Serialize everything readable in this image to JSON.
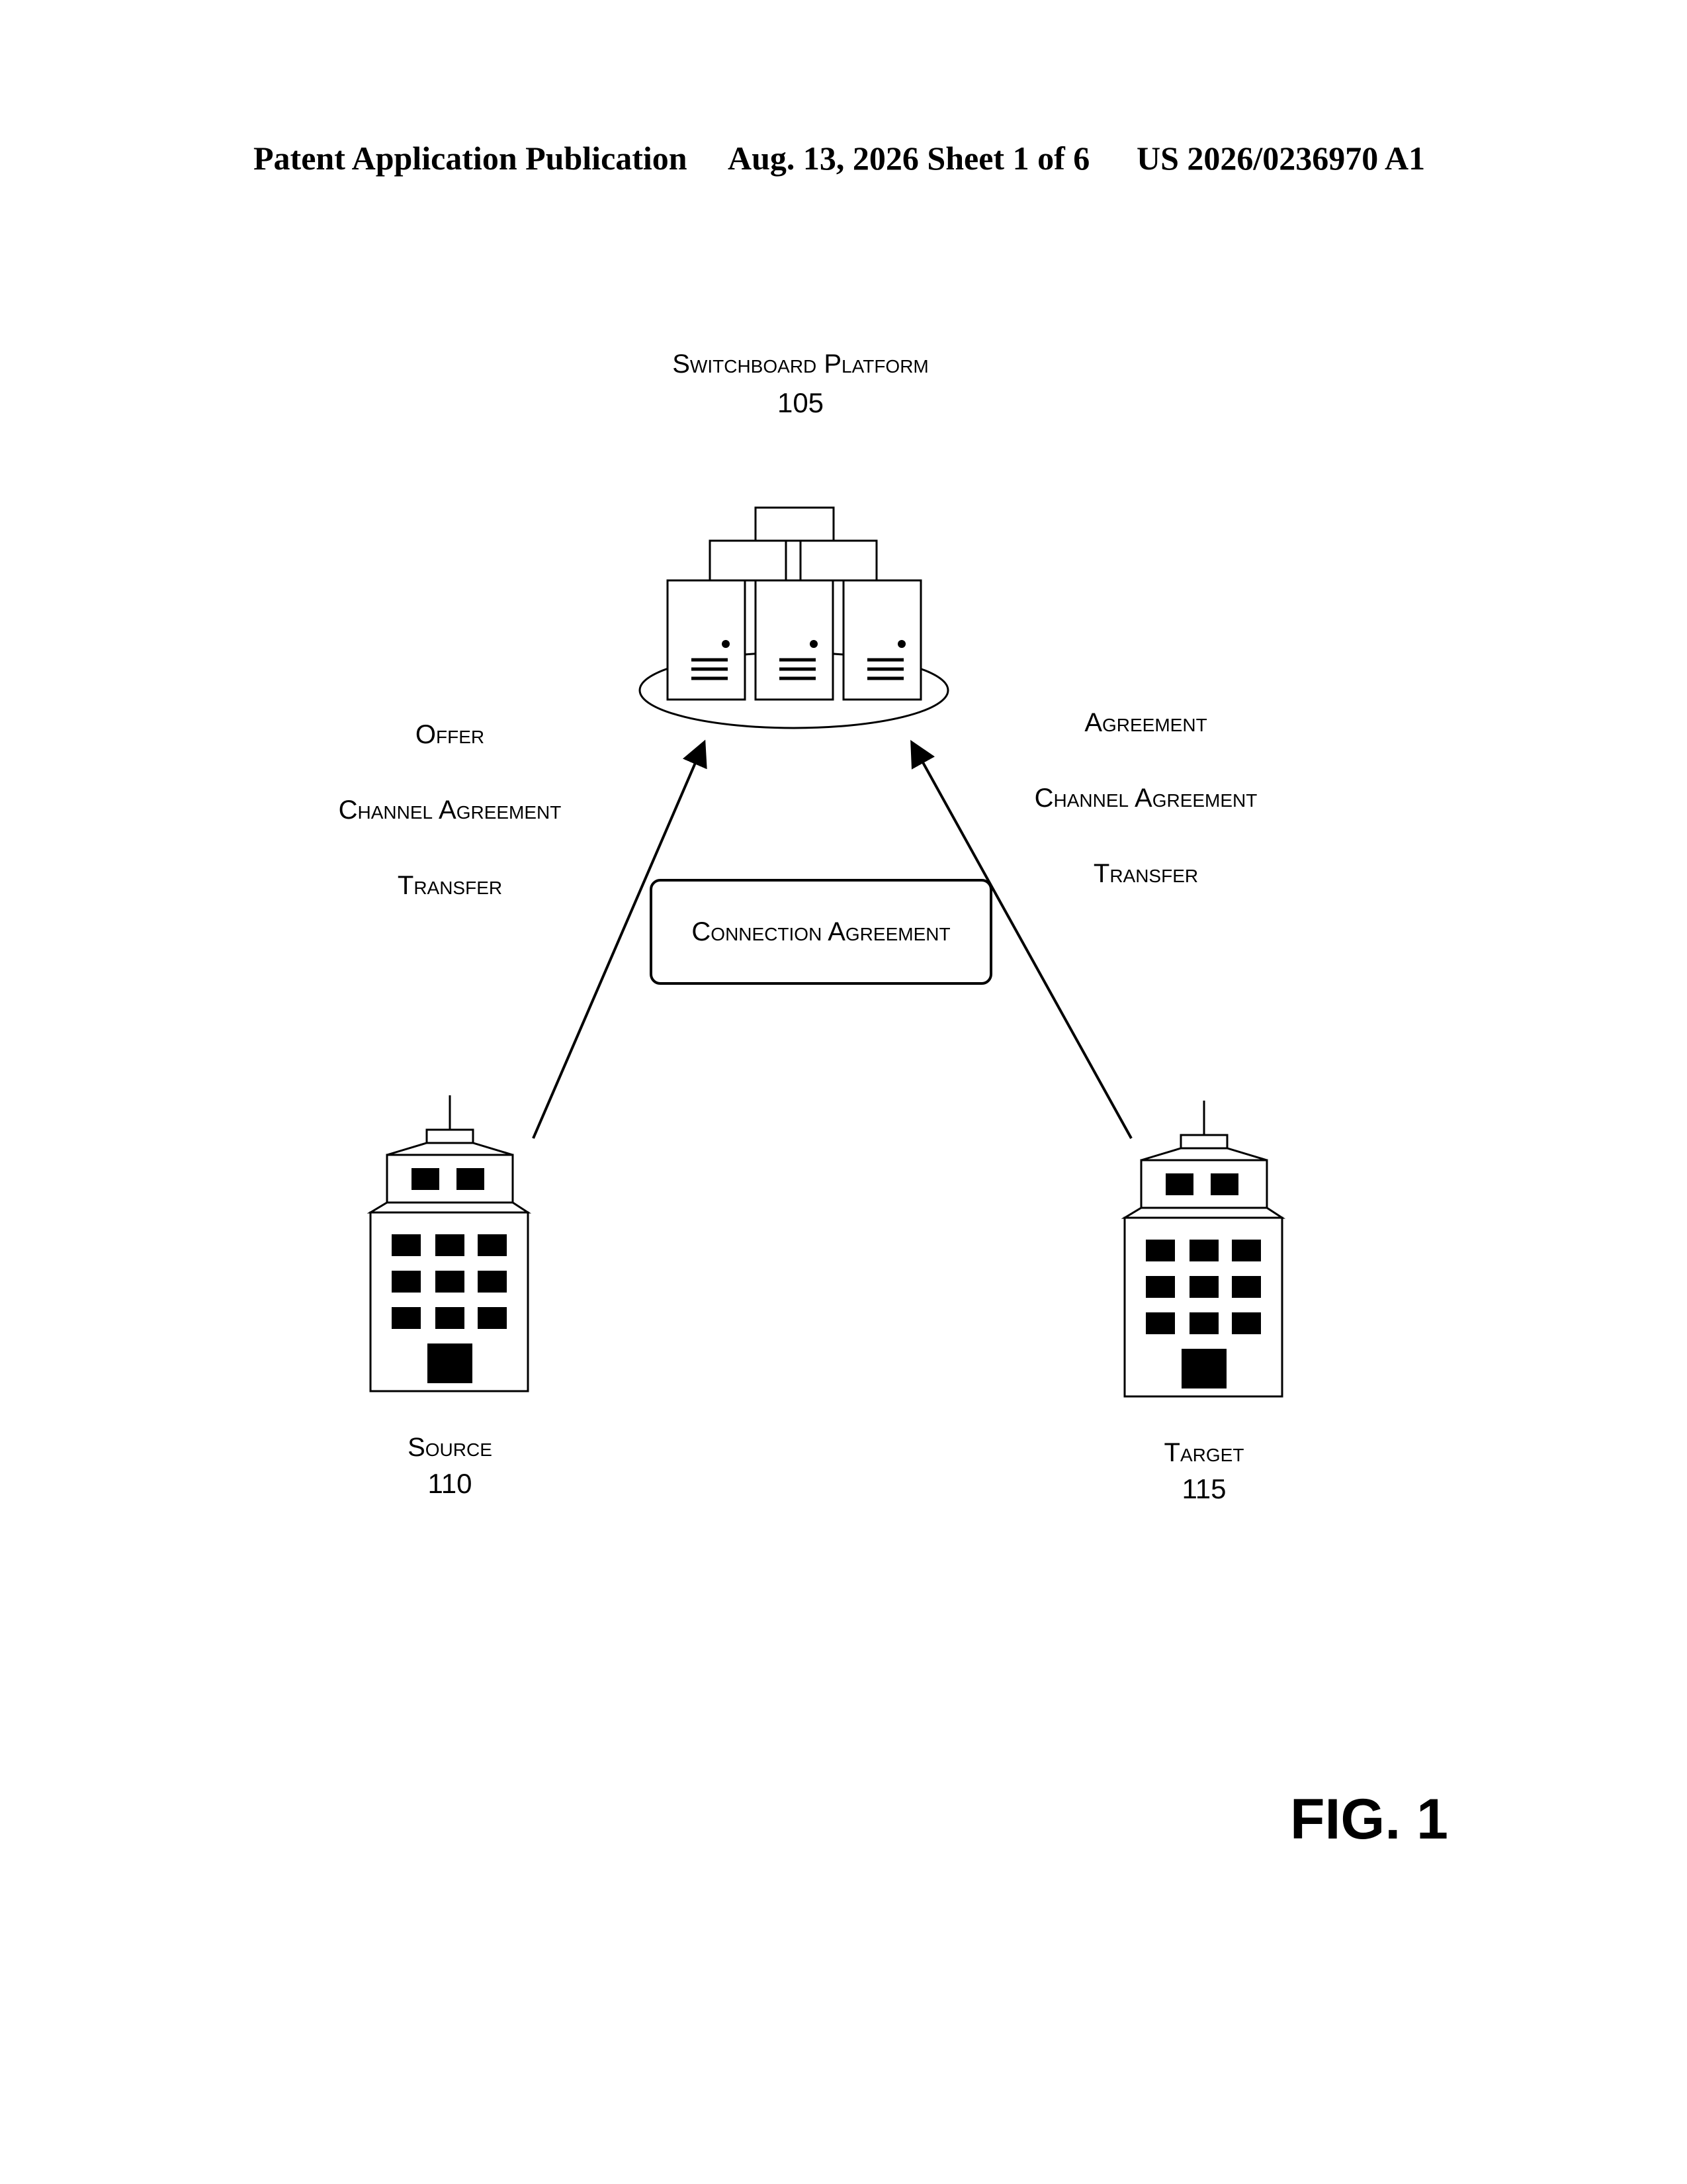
{
  "header": {
    "left": "Patent Application Publication",
    "middle": "Aug. 13, 2026  Sheet 1 of 6",
    "right": "US 2026/0236970 A1"
  },
  "platform": {
    "title": "Switchboard Platform",
    "number": "105",
    "icon": "server-cluster-icon"
  },
  "source": {
    "title": "Source",
    "number": "110",
    "icon": "office-building-icon"
  },
  "target": {
    "title": "Target",
    "number": "115",
    "icon": "office-building-icon"
  },
  "left_labels": [
    "Offer",
    "Channel Agreement",
    "Transfer"
  ],
  "right_labels": [
    "Agreement",
    "Channel Agreement",
    "Transfer"
  ],
  "connection_box": "Connection Agreement",
  "figure_label": "FIG. 1"
}
